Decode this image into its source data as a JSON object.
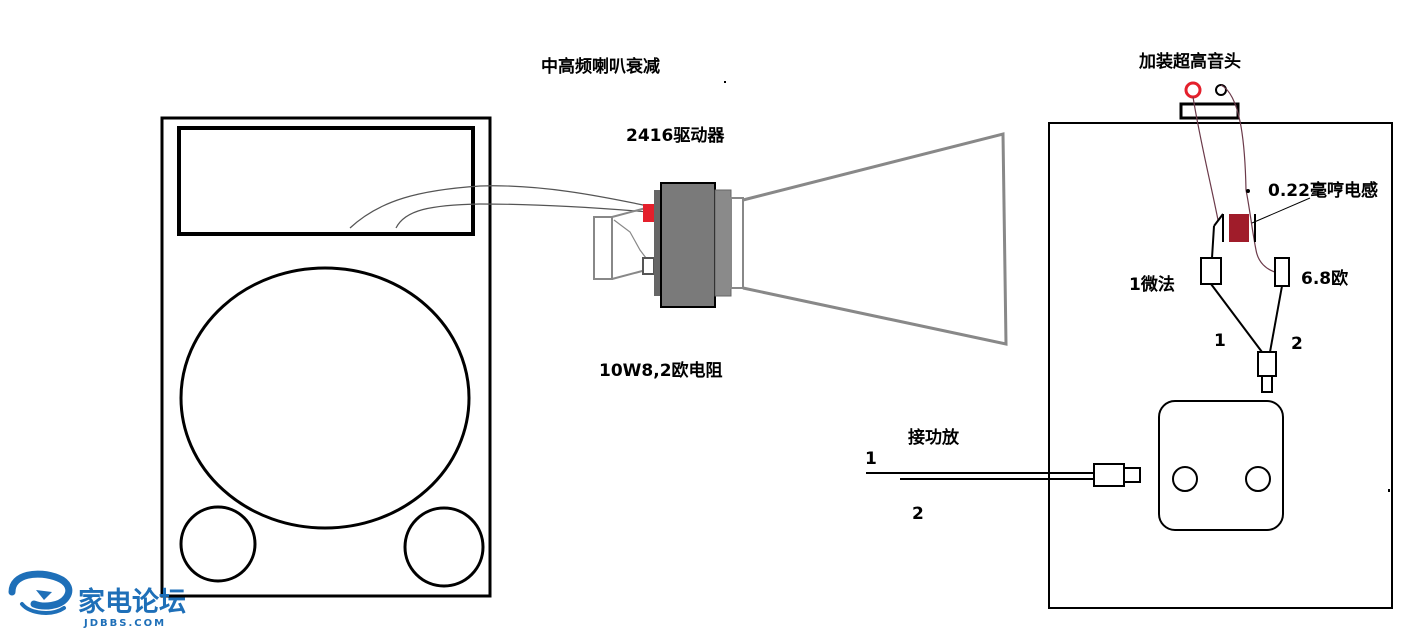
{
  "labels": {
    "title": "中高频喇叭衰减",
    "driver": "2416驱动器",
    "resistor": "10W8,2欧电阻",
    "tweeter": "加装超高音头",
    "inductor": "0.22毫哼电感",
    "capacitor": "1微法",
    "resistor2": "6.8欧",
    "terminal1": "1",
    "terminal2": "2",
    "amp": "接功放",
    "amp1": "1",
    "amp2": "2"
  },
  "logo": {
    "name": "家电论坛",
    "domain": "JDBBS.COM"
  },
  "colors": {
    "stroke": "#000000",
    "horn": "#888888",
    "driver_body": "#7a7a7a",
    "accent_red": "#e4202c",
    "inductor": "#a01c2a",
    "wire": "#6b3a4a",
    "logo": "#1e6fb8"
  }
}
